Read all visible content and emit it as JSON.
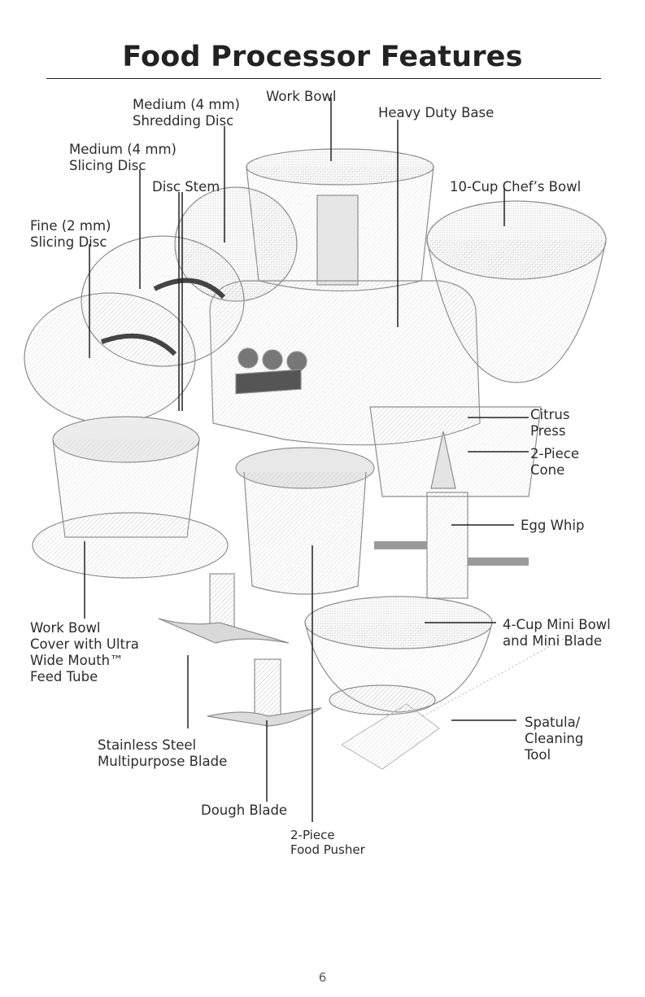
{
  "page": {
    "title": "Food Processor Features",
    "page_number": "6"
  },
  "labels": {
    "medium_shredding_disc": "Medium (4 mm)\nShredding Disc",
    "work_bowl": "Work Bowl",
    "heavy_duty_base": "Heavy Duty Base",
    "medium_slicing_disc": "Medium (4 mm)\nSlicing Disc",
    "disc_stem": "Disc Stem",
    "chefs_bowl": "10-Cup Chef’s Bowl",
    "fine_slicing_disc": "Fine (2 mm)\nSlicing Disc",
    "citrus_press": "Citrus\nPress",
    "two_piece_cone": "2-Piece\nCone",
    "egg_whip": "Egg Whip",
    "mini_bowl": "4-Cup Mini Bowl\nand Mini Blade",
    "work_bowl_cover": "Work Bowl\nCover with Ultra\nWide Mouth™\nFeed Tube",
    "spatula": "Spatula/\nCleaning\nTool",
    "stainless_blade": "Stainless Steel\nMultipurpose Blade",
    "dough_blade": "Dough Blade",
    "food_pusher": "2-Piece\nFood Pusher"
  },
  "colors": {
    "ink": "#2a2a2a",
    "line_art": "#9a9a9a",
    "shade": "#cfcfcf"
  }
}
